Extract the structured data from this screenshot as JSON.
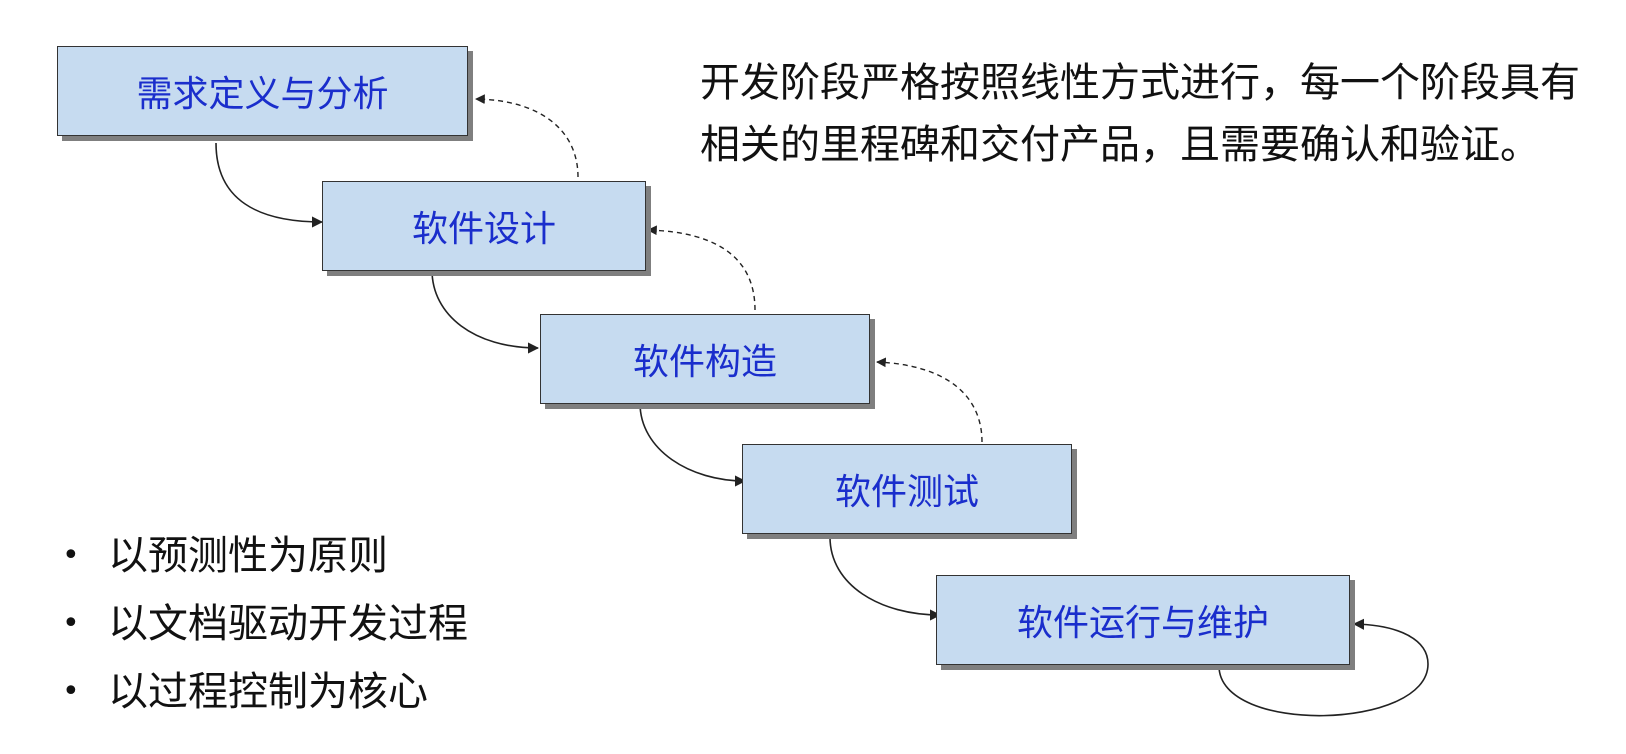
{
  "stages": [
    "需求定义与分析",
    "软件设计",
    "软件构造",
    "软件测试",
    "软件运行与维护"
  ],
  "description_lines": [
    "开发阶段严格按照线性方式进行，每一个阶段具有",
    "相关的里程碑和交付产品，且需要确认和验证。"
  ],
  "principles": [
    "以预测性为原则",
    "以文档驱动开发过程",
    "以过程控制为核心"
  ],
  "colors": {
    "box_fill": "#c6dbf0",
    "box_text": "#1a2ecc",
    "box_border": "#333333",
    "box_shadow": "#7f7f7f",
    "arrow": "#222222"
  }
}
